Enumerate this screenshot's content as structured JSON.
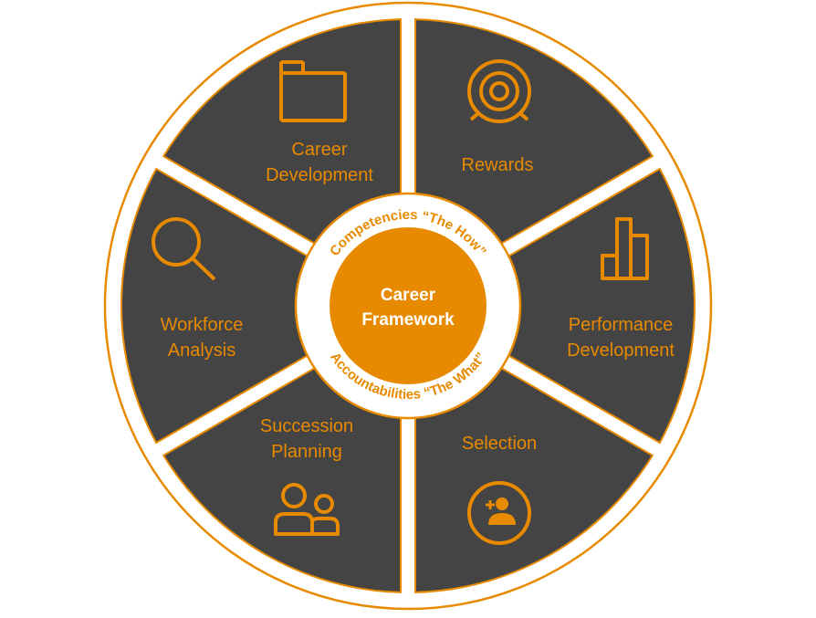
{
  "colors": {
    "accent": "#E88A00",
    "segment_fill": "#444444",
    "ring_fill": "#ffffff",
    "center_fill": "#E88A00",
    "center_text": "#ffffff"
  },
  "center": {
    "line1": "Career",
    "line2": "Framework"
  },
  "ring": {
    "top_text": "Competencies “The How”",
    "bottom_text": "Accountabilities “The What”"
  },
  "segments": [
    {
      "id": "career-development",
      "lines": [
        "Career",
        "Development"
      ],
      "icon": "folder-icon"
    },
    {
      "id": "rewards",
      "lines": [
        "Rewards"
      ],
      "icon": "target-icon"
    },
    {
      "id": "performance-development",
      "lines": [
        "Performance",
        "Development"
      ],
      "icon": "bar-chart-icon"
    },
    {
      "id": "selection",
      "lines": [
        "Selection"
      ],
      "icon": "add-person-icon"
    },
    {
      "id": "succession-planning",
      "lines": [
        "Succession",
        "Planning"
      ],
      "icon": "people-icon"
    },
    {
      "id": "workforce-analysis",
      "lines": [
        "Workforce",
        "Analysis"
      ],
      "icon": "magnifier-icon"
    }
  ]
}
